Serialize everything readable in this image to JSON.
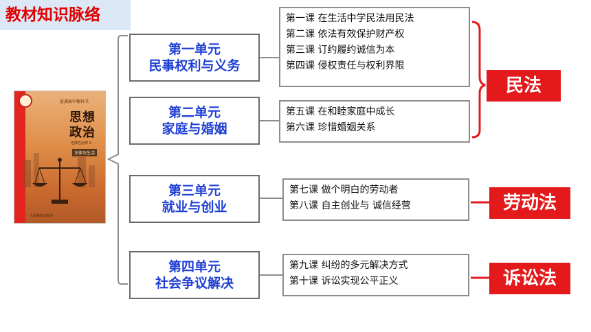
{
  "title": "教材知识脉络",
  "book": {
    "series": "普通高中教科书",
    "title_line1": "思想",
    "title_line2": "政治",
    "subtitle": "选择性必修 2",
    "label": "法律与生活",
    "publisher": "人民教育出版社"
  },
  "units": [
    {
      "line1": "第一单元",
      "line2": "民事权利与义务",
      "lessons": [
        "第一课  在生活中学民法用民法",
        "第二课  依法有效保护财产权",
        "第三课  订约履约诚信为本",
        "第四课  侵权责任与权利界限"
      ]
    },
    {
      "line1": "第二单元",
      "line2": "家庭与婚姻",
      "lessons": [
        "第五课  在和睦家庭中成长",
        "第六课  珍惜婚姻关系"
      ]
    },
    {
      "line1": "第三单元",
      "line2": "就业与创业",
      "lessons": [
        "第七课  做个明白的劳动者",
        "第八课  自主创业与  诚信经营"
      ]
    },
    {
      "line1": "第四单元",
      "line2": "社会争议解决",
      "lessons": [
        "第九课  纠纷的多元解决方式",
        "第十课  诉讼实现公平正义"
      ]
    }
  ],
  "laws": [
    "民法",
    "劳动法",
    "诉讼法"
  ],
  "colors": {
    "unit_text": "#1f3fd4",
    "law_bg": "#e3191b",
    "title_text": "#e00000",
    "title_bg": "#dde8f6",
    "connector": "#8c8c8c",
    "brace": "#e3191b"
  }
}
